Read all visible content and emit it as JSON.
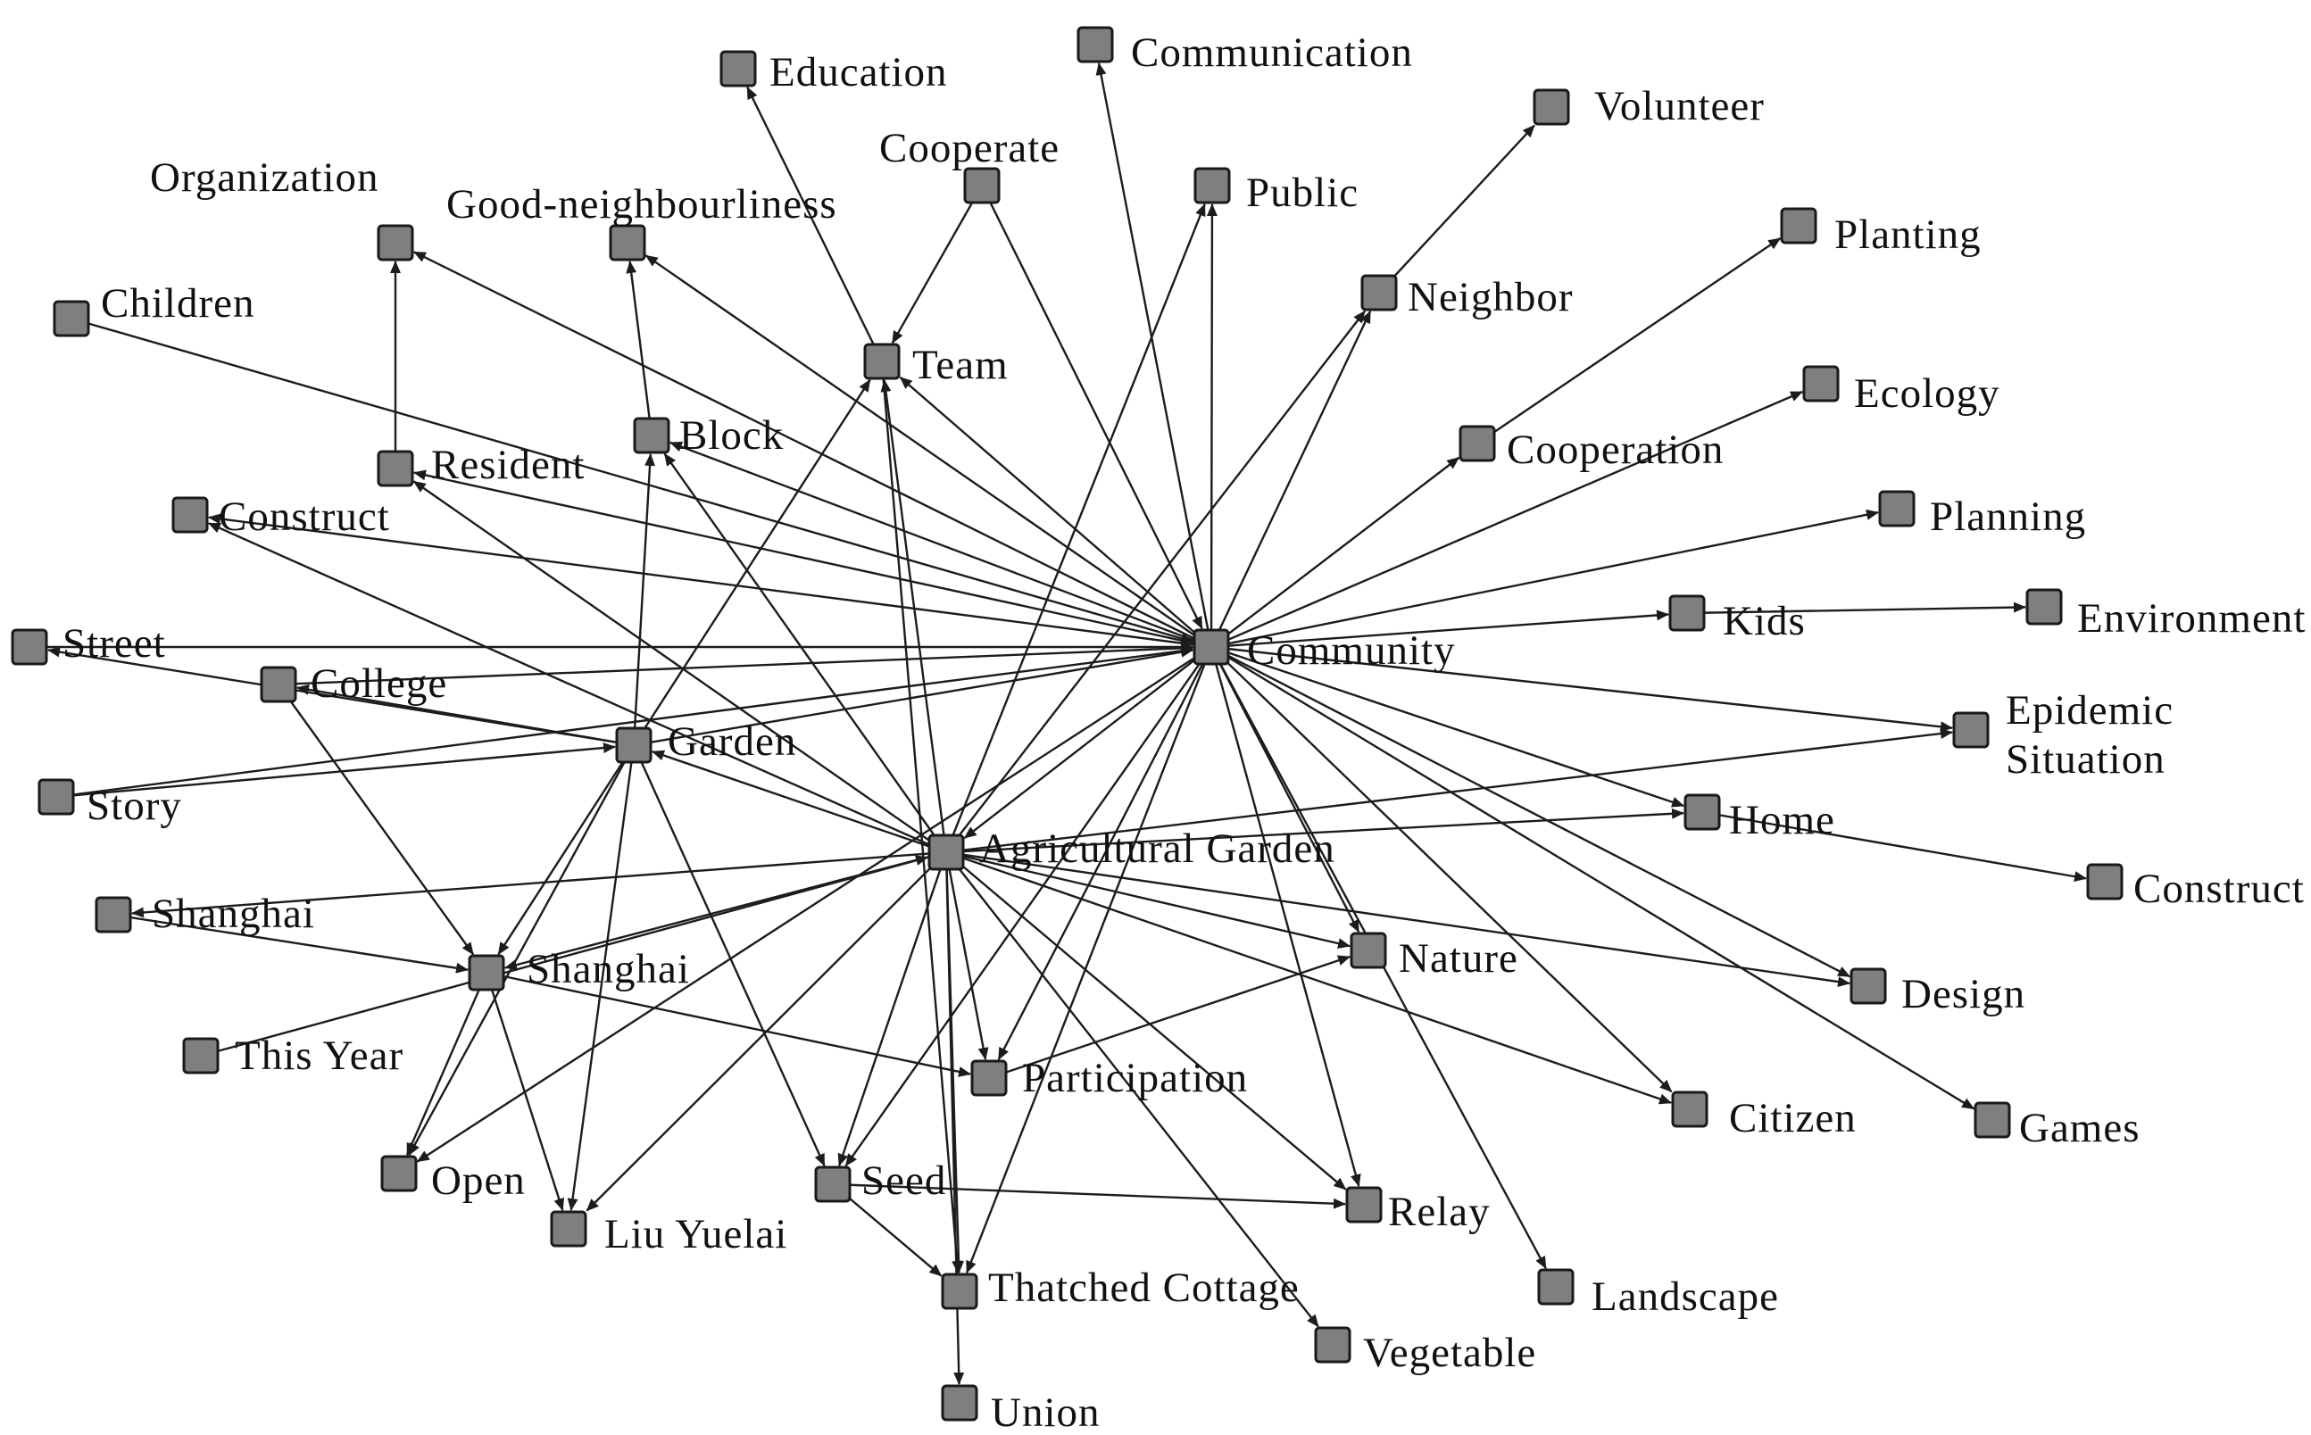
{
  "colors": {
    "node_fill": "#7f7f7f",
    "node_stroke": "#1a1a1a",
    "edge": "#1c1c1c",
    "background": "#ffffff"
  },
  "nodes": [
    {
      "id": "education",
      "label": "Education"
    },
    {
      "id": "communication",
      "label": "Communication"
    },
    {
      "id": "volunteer",
      "label": "Volunteer"
    },
    {
      "id": "cooperate",
      "label": "Cooperate"
    },
    {
      "id": "public",
      "label": "Public"
    },
    {
      "id": "organization",
      "label": "Organization"
    },
    {
      "id": "good_neighbourliness",
      "label": "Good-neighbourliness"
    },
    {
      "id": "planting",
      "label": "Planting"
    },
    {
      "id": "children",
      "label": "Children"
    },
    {
      "id": "neighbor",
      "label": "Neighbor"
    },
    {
      "id": "team",
      "label": "Team"
    },
    {
      "id": "ecology",
      "label": "Ecology"
    },
    {
      "id": "block",
      "label": "Block"
    },
    {
      "id": "cooperation",
      "label": "Cooperation"
    },
    {
      "id": "resident",
      "label": "Resident"
    },
    {
      "id": "planning",
      "label": "Planning"
    },
    {
      "id": "construct",
      "label": "Construct"
    },
    {
      "id": "community",
      "label": "Community"
    },
    {
      "id": "kids",
      "label": "Kids"
    },
    {
      "id": "environment",
      "label": "Environment"
    },
    {
      "id": "street",
      "label": "Street"
    },
    {
      "id": "college",
      "label": "College"
    },
    {
      "id": "epidemic",
      "label": "Epidemic Situation"
    },
    {
      "id": "garden",
      "label": "Garden"
    },
    {
      "id": "story",
      "label": "Story"
    },
    {
      "id": "home",
      "label": "Home"
    },
    {
      "id": "agricultural_garden",
      "label": "Agricultural Garden"
    },
    {
      "id": "construct2",
      "label": "Construct"
    },
    {
      "id": "shanghai_a",
      "label": "Shanghai"
    },
    {
      "id": "shanghai_b",
      "label": "Shanghai"
    },
    {
      "id": "nature",
      "label": "Nature"
    },
    {
      "id": "design",
      "label": "Design"
    },
    {
      "id": "this_year",
      "label": "This Year"
    },
    {
      "id": "participation",
      "label": "Participation"
    },
    {
      "id": "citizen",
      "label": "Citizen"
    },
    {
      "id": "games",
      "label": "Games"
    },
    {
      "id": "open",
      "label": "Open"
    },
    {
      "id": "seed",
      "label": "Seed"
    },
    {
      "id": "relay",
      "label": "Relay"
    },
    {
      "id": "liu_yuelai",
      "label": "Liu Yuelai"
    },
    {
      "id": "thatched_cottage",
      "label": "Thatched Cottage"
    },
    {
      "id": "landscape",
      "label": "Landscape"
    },
    {
      "id": "vegetable",
      "label": "Vegetable"
    },
    {
      "id": "union",
      "label": "Union"
    }
  ],
  "edges": [
    [
      "team",
      "education"
    ],
    [
      "community",
      "communication"
    ],
    [
      "neighbor",
      "volunteer"
    ],
    [
      "cooperate",
      "team"
    ],
    [
      "cooperate",
      "community"
    ],
    [
      "community",
      "public"
    ],
    [
      "agricultural_garden",
      "public"
    ],
    [
      "resident",
      "organization"
    ],
    [
      "community",
      "organization"
    ],
    [
      "block",
      "good_neighbourliness"
    ],
    [
      "community",
      "good_neighbourliness"
    ],
    [
      "cooperation",
      "planting"
    ],
    [
      "children",
      "community"
    ],
    [
      "community",
      "neighbor"
    ],
    [
      "agricultural_garden",
      "neighbor"
    ],
    [
      "community",
      "team"
    ],
    [
      "agricultural_garden",
      "team"
    ],
    [
      "garden",
      "team"
    ],
    [
      "team",
      "thatched_cottage"
    ],
    [
      "community",
      "ecology"
    ],
    [
      "community",
      "block"
    ],
    [
      "agricultural_garden",
      "block"
    ],
    [
      "garden",
      "block"
    ],
    [
      "community",
      "cooperation"
    ],
    [
      "community",
      "resident"
    ],
    [
      "agricultural_garden",
      "resident"
    ],
    [
      "community",
      "planning"
    ],
    [
      "community",
      "construct"
    ],
    [
      "agricultural_garden",
      "construct"
    ],
    [
      "community",
      "kids"
    ],
    [
      "kids",
      "environment"
    ],
    [
      "street",
      "community"
    ],
    [
      "college",
      "community"
    ],
    [
      "garden",
      "street"
    ],
    [
      "garden",
      "college"
    ],
    [
      "community",
      "epidemic"
    ],
    [
      "agricultural_garden",
      "epidemic"
    ],
    [
      "agricultural_garden",
      "garden"
    ],
    [
      "story",
      "garden"
    ],
    [
      "story",
      "community"
    ],
    [
      "community",
      "home"
    ],
    [
      "agricultural_garden",
      "home"
    ],
    [
      "home",
      "construct2"
    ],
    [
      "agricultural_garden",
      "shanghai_a"
    ],
    [
      "agricultural_garden",
      "shanghai_b"
    ],
    [
      "garden",
      "shanghai_b"
    ],
    [
      "college",
      "shanghai_b"
    ],
    [
      "shanghai_a",
      "shanghai_b"
    ],
    [
      "community",
      "nature"
    ],
    [
      "agricultural_garden",
      "nature"
    ],
    [
      "participation",
      "nature"
    ],
    [
      "community",
      "design"
    ],
    [
      "agricultural_garden",
      "design"
    ],
    [
      "this_year",
      "agricultural_garden"
    ],
    [
      "agricultural_garden",
      "participation"
    ],
    [
      "shanghai_b",
      "participation"
    ],
    [
      "community",
      "participation"
    ],
    [
      "community",
      "citizen"
    ],
    [
      "agricultural_garden",
      "citizen"
    ],
    [
      "community",
      "games"
    ],
    [
      "shanghai_b",
      "open"
    ],
    [
      "garden",
      "open"
    ],
    [
      "community",
      "open"
    ],
    [
      "agricultural_garden",
      "seed"
    ],
    [
      "garden",
      "seed"
    ],
    [
      "community",
      "seed"
    ],
    [
      "seed",
      "relay"
    ],
    [
      "agricultural_garden",
      "relay"
    ],
    [
      "community",
      "relay"
    ],
    [
      "shanghai_b",
      "liu_yuelai"
    ],
    [
      "garden",
      "liu_yuelai"
    ],
    [
      "agricultural_garden",
      "liu_yuelai"
    ],
    [
      "agricultural_garden",
      "thatched_cottage"
    ],
    [
      "seed",
      "thatched_cottage"
    ],
    [
      "community",
      "thatched_cottage"
    ],
    [
      "community",
      "landscape"
    ],
    [
      "agricultural_garden",
      "vegetable"
    ],
    [
      "agricultural_garden",
      "union"
    ],
    [
      "community",
      "agricultural_garden"
    ],
    [
      "garden",
      "community"
    ]
  ]
}
